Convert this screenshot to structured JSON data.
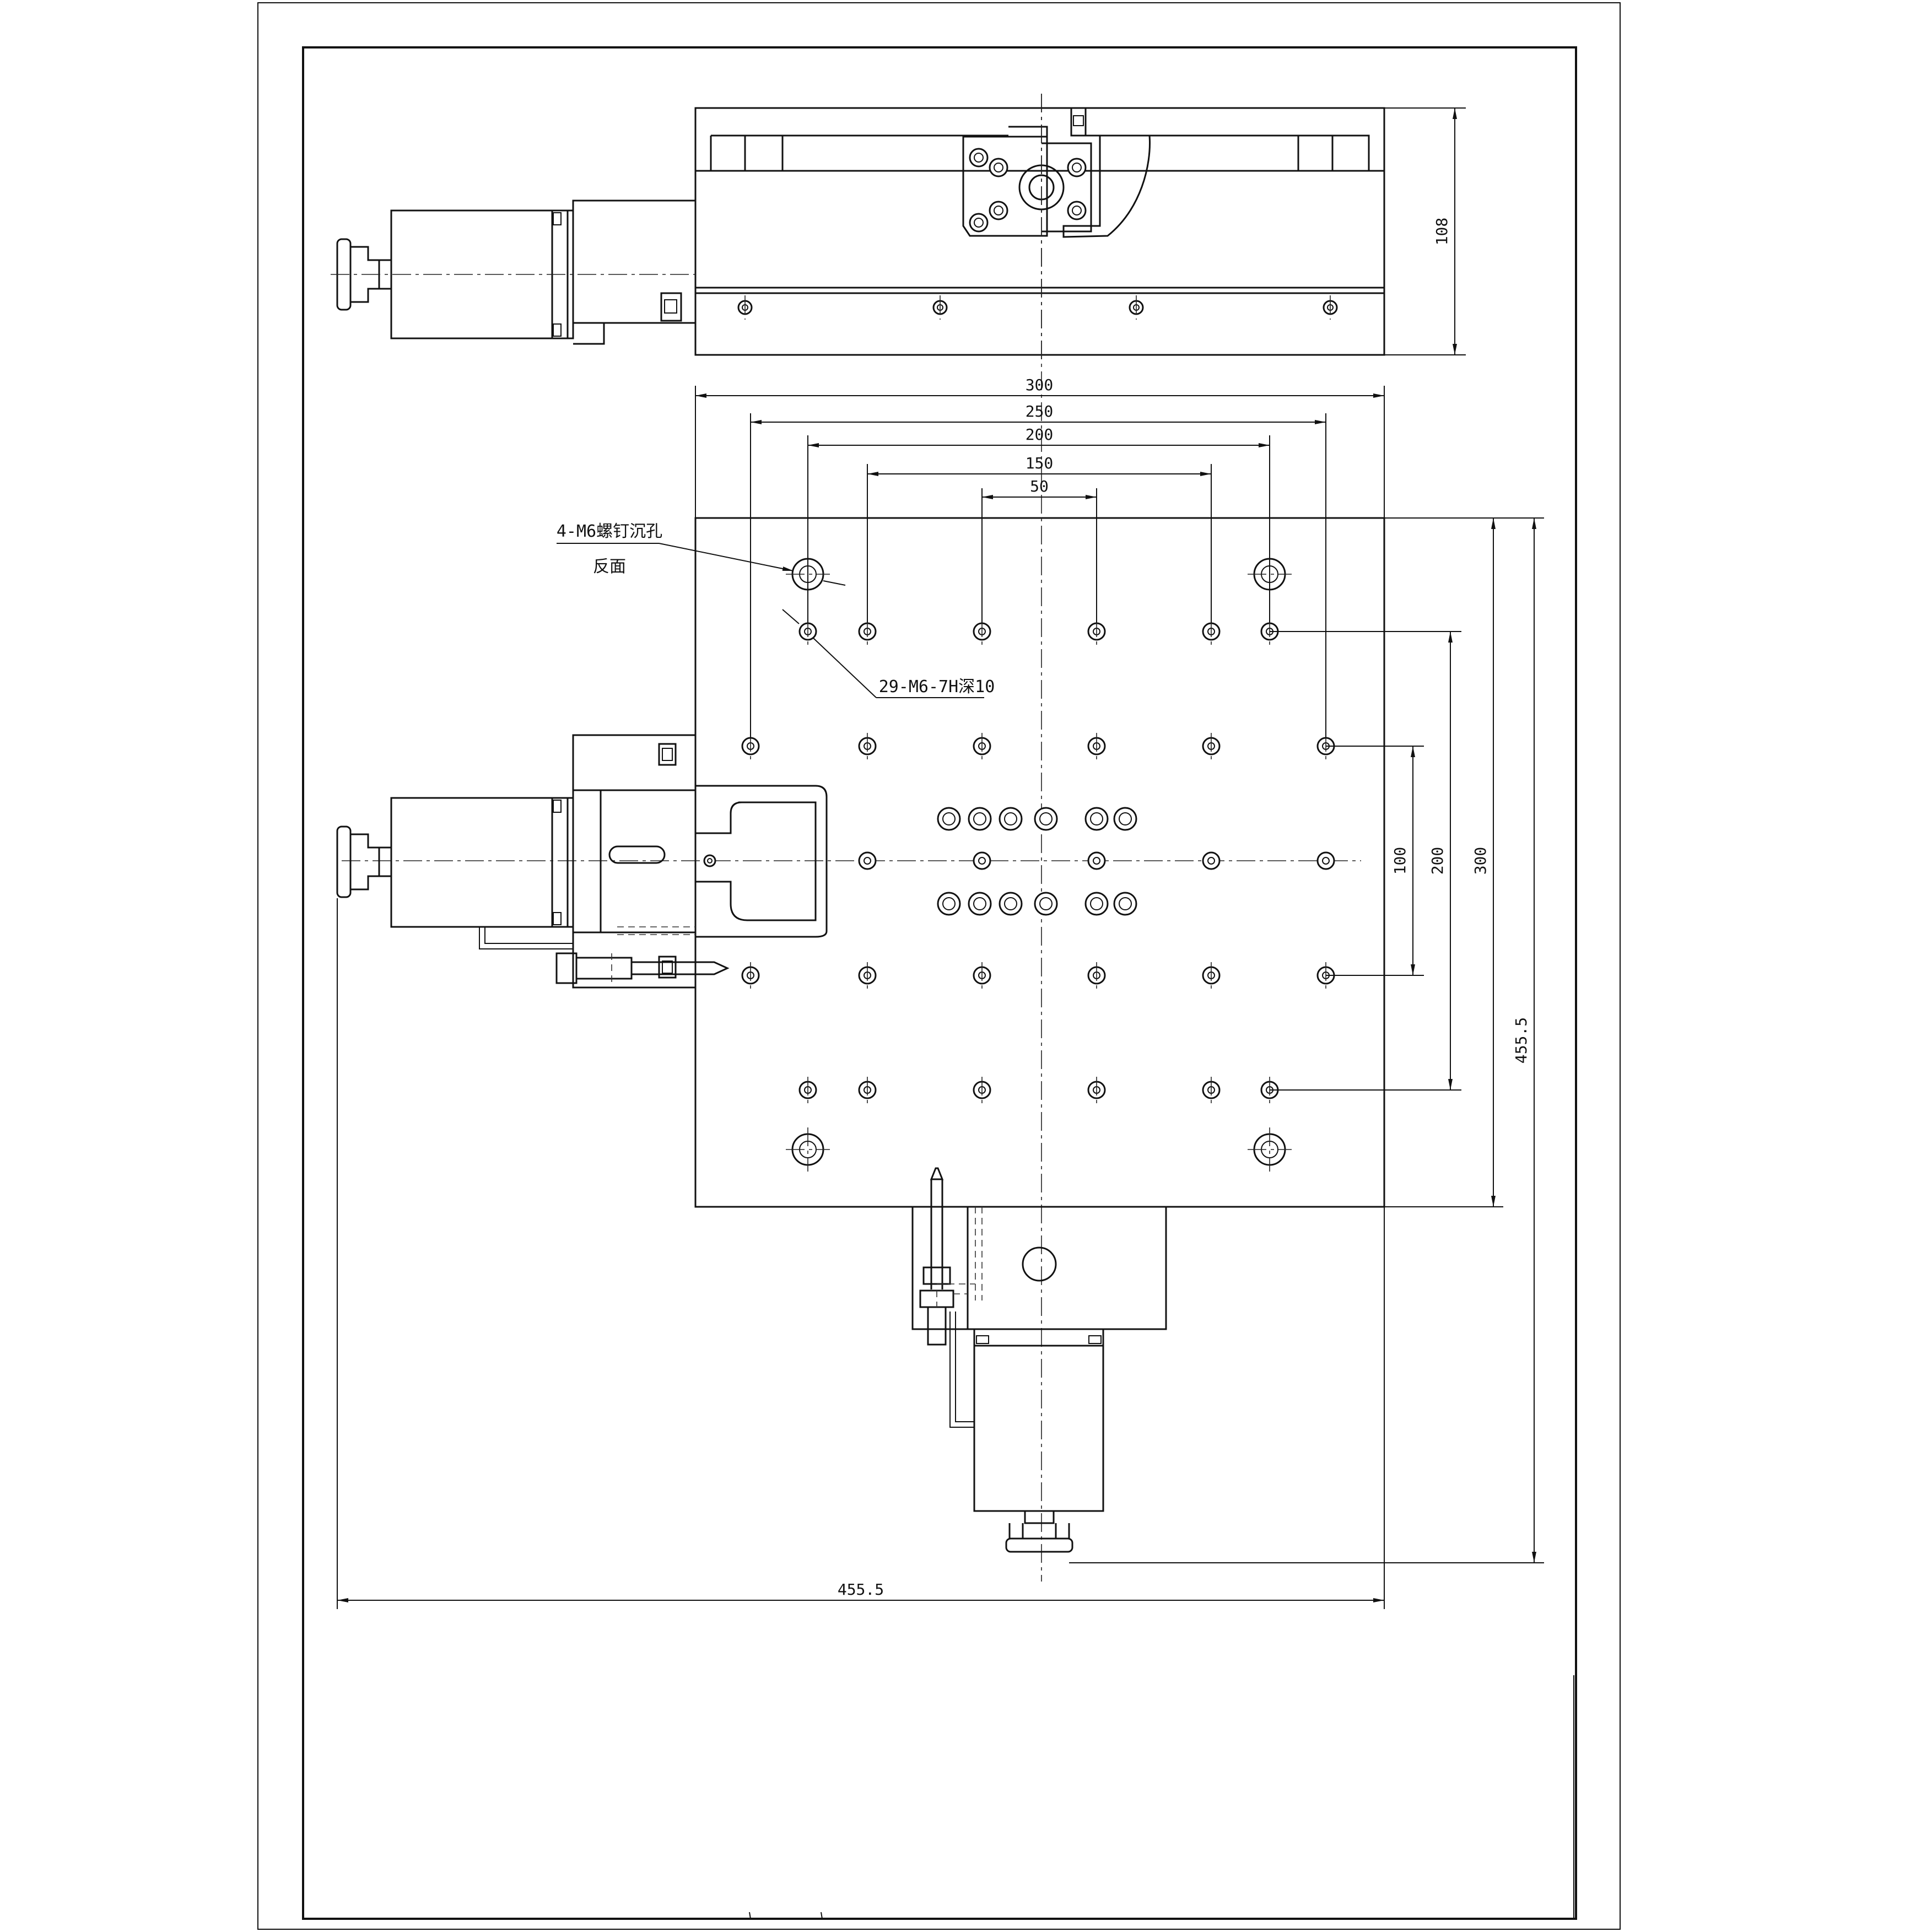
{
  "annotations": {
    "counterbore_note_line1": "4-M6螺钉沉孔",
    "counterbore_note_line2": "反面",
    "tapped_holes_note": "29-M6-7H深10"
  },
  "dimensions": {
    "height_top_view": "108",
    "width_300": "300",
    "width_250": "250",
    "width_200": "200",
    "width_150": "150",
    "width_50": "50",
    "vertical_100": "100",
    "vertical_200": "200",
    "vertical_300": "300",
    "overall_vertical": "455.5",
    "overall_horizontal": "455.5"
  }
}
